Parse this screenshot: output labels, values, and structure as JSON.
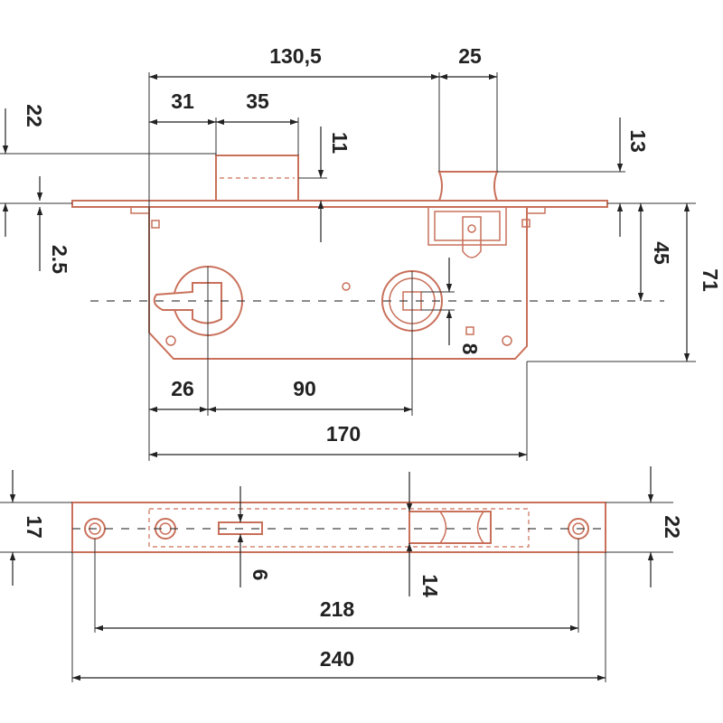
{
  "colors": {
    "part_outline": "#c9705a",
    "dimension_line": "#222222",
    "background": "#ffffff"
  },
  "dimensions": {
    "top": {
      "overall_130_5": "130,5",
      "bolt_width_25": "25",
      "offset_31": "31",
      "latch_width_35": "35",
      "height_22": "22",
      "latch_throw_11": "11",
      "bolt_throw_13": "13",
      "plate_2_5": "2.5",
      "bolt_offset_45": "45",
      "height_71": "71",
      "spindle_8": "8",
      "backset_26": "26",
      "center_90": "90",
      "case_170": "170"
    },
    "bottom": {
      "faceplate_17": "17",
      "faceplate_22": "22",
      "latch_slot_6": "6",
      "bolt_slot_14": "14",
      "screw_centers_218": "218",
      "faceplate_240": "240"
    }
  }
}
